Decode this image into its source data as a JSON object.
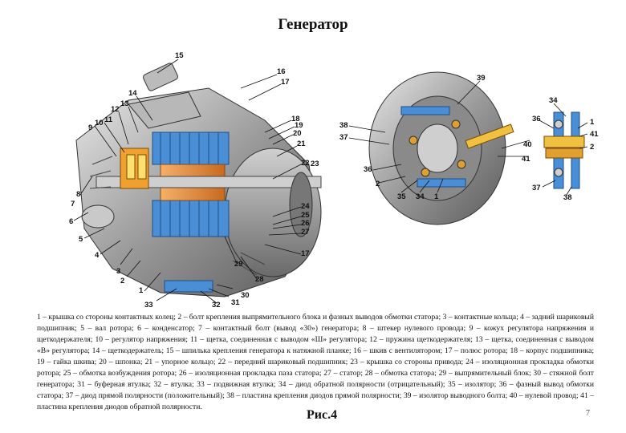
{
  "title": "Генератор",
  "callouts": {
    "c1": "1",
    "c2": "2",
    "c3": "3",
    "c4": "4",
    "c5": "5",
    "c6": "6",
    "c7": "7",
    "c8": "8",
    "c9": "9",
    "c10": "10",
    "c11": "11",
    "c12": "12",
    "c13": "13",
    "c14": "14",
    "c15": "15",
    "c16": "16",
    "c17": "17",
    "c18": "18",
    "c19": "19",
    "c20": "20",
    "c21": "21",
    "c22": "22",
    "c23": "23",
    "c24": "24",
    "c25": "25",
    "c26": "26",
    "c27": "27",
    "c17b": "17",
    "c28": "28",
    "c29": "29",
    "c30": "30",
    "c31": "31",
    "c32": "32",
    "c33": "33",
    "r39": "39",
    "r38": "38",
    "r37": "37",
    "r36": "36",
    "r2": "2",
    "r35": "35",
    "r34": "34",
    "r1": "1",
    "r40": "40",
    "r41": "41",
    "s34": "34",
    "s36": "36",
    "s1": "1",
    "s41": "41",
    "s2": "2",
    "s37": "37",
    "s38": "38"
  },
  "caption": "1 – крышка со стороны контактных колец; 2 – болт крепления выпрямительного блока и фазных выводов обмотки статора; 3 – контактные кольца; 4 – задний шариковый подшипник; 5 – вал ротора; 6 – конденсатор; 7 – контактный болт (вывод «30») генератора; 8 – штекер нулевого провода; 9 – кожух регулятора напряжения и щеткодержателя; 10 – регулятор напряжения; 11 – щетка, соединенная с выводом «Ш» регулятора; 12 – пружина щеткодержателя; 13 – щетка, соединенная с выводом «В» регулятора; 14 – щеткодержатель; 15 – шпилька крепления генератора к натяжной планке; 16 – шкив с вентилятором; 17 – полюс ротора; 18 – корпус подшипника; 19 – гайка шкива; 20 – шпонка; 21 – упорное кольцо; 22 – передний шариковый подшипник; 23 – крышка со стороны привода; 24 – изоляционная прокладка обмотки ротора; 25 – обмотка возбуждения ротора; 26 – изоляционная прокладка паза статора; 27 – статор; 28 – обмотка статора; 29 – выпрямительный блок; 30 – стяжной болт генератора; 31 – буферная втулка; 32 – втулка; 33 – подвижная втулка; 34 – диод обратной полярности (отрицательный); 35 – изолятор; 36 – фазный вывод обмотки статора; 37 – диод прямой полярности (положительный); 38 – пластина крепления диодов прямой полярности; 39 – изолятор выводного болта; 40 – нулевой провод; 41 – пластина крепления диодов обратной полярности.",
  "figure_label": "Рис.4",
  "page_number": "7"
}
